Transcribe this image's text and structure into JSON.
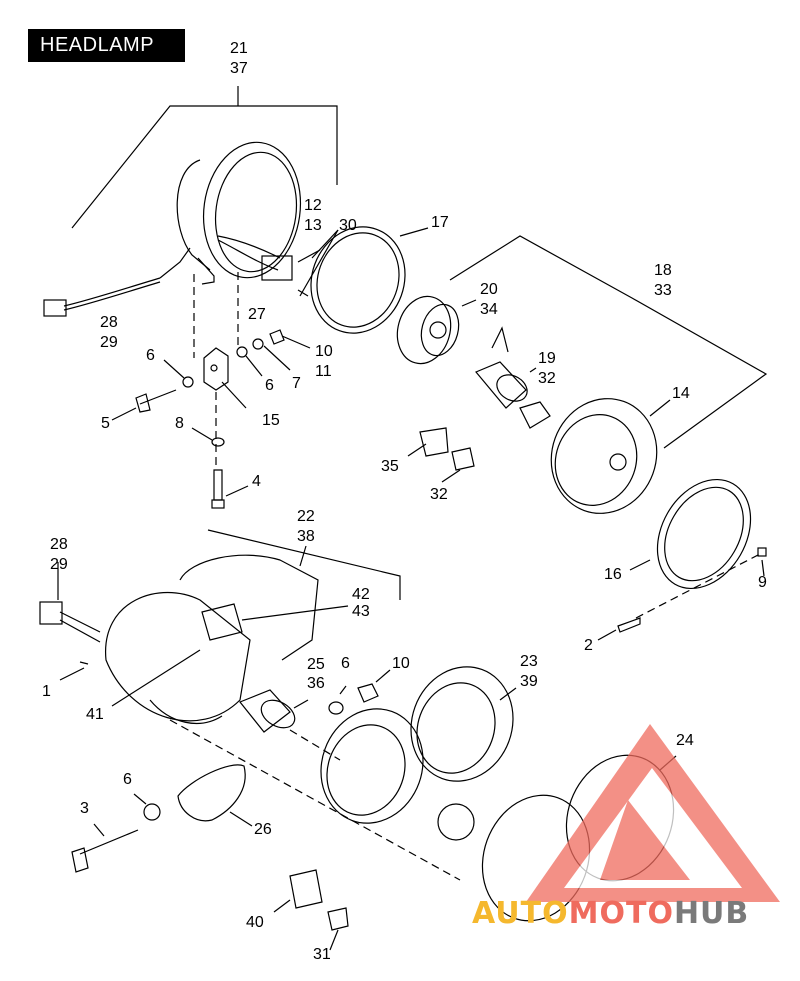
{
  "header": {
    "title": "HEADLAMP"
  },
  "labels": [
    {
      "id": "l21",
      "text": "21"
    },
    {
      "id": "l37",
      "text": "37"
    },
    {
      "id": "l12",
      "text": "12"
    },
    {
      "id": "l13",
      "text": "13"
    },
    {
      "id": "l30",
      "text": "30"
    },
    {
      "id": "l17",
      "text": "17"
    },
    {
      "id": "l18",
      "text": "18"
    },
    {
      "id": "l33",
      "text": "33"
    },
    {
      "id": "l20",
      "text": "20"
    },
    {
      "id": "l34",
      "text": "34"
    },
    {
      "id": "l28a",
      "text": "28"
    },
    {
      "id": "l29a",
      "text": "29"
    },
    {
      "id": "l27",
      "text": "27"
    },
    {
      "id": "l6a",
      "text": "6"
    },
    {
      "id": "l10a",
      "text": "10"
    },
    {
      "id": "l11",
      "text": "11"
    },
    {
      "id": "l6b",
      "text": "6"
    },
    {
      "id": "l7",
      "text": "7"
    },
    {
      "id": "l19",
      "text": "19"
    },
    {
      "id": "l32a",
      "text": "32"
    },
    {
      "id": "l14",
      "text": "14"
    },
    {
      "id": "l5",
      "text": "5"
    },
    {
      "id": "l15",
      "text": "15"
    },
    {
      "id": "l8",
      "text": "8"
    },
    {
      "id": "l35",
      "text": "35"
    },
    {
      "id": "l32b",
      "text": "32"
    },
    {
      "id": "l4",
      "text": "4"
    },
    {
      "id": "l22",
      "text": "22"
    },
    {
      "id": "l38",
      "text": "38"
    },
    {
      "id": "l28b",
      "text": "28"
    },
    {
      "id": "l29b",
      "text": "29"
    },
    {
      "id": "l16",
      "text": "16"
    },
    {
      "id": "l9",
      "text": "9"
    },
    {
      "id": "l42",
      "text": "42"
    },
    {
      "id": "l43",
      "text": "43"
    },
    {
      "id": "l2",
      "text": "2"
    },
    {
      "id": "l25",
      "text": "25"
    },
    {
      "id": "l36",
      "text": "36"
    },
    {
      "id": "l6c",
      "text": "6"
    },
    {
      "id": "l10b",
      "text": "10"
    },
    {
      "id": "l23",
      "text": "23"
    },
    {
      "id": "l39",
      "text": "39"
    },
    {
      "id": "l1",
      "text": "1"
    },
    {
      "id": "l41",
      "text": "41"
    },
    {
      "id": "l24",
      "text": "24"
    },
    {
      "id": "l6d",
      "text": "6"
    },
    {
      "id": "l3",
      "text": "3"
    },
    {
      "id": "l26",
      "text": "26"
    },
    {
      "id": "l40",
      "text": "40"
    },
    {
      "id": "l31",
      "text": "31"
    }
  ],
  "watermark": {
    "part1": "AUTO",
    "part2": "MOTO",
    "part3": "HUB",
    "color1": "#f5b82e",
    "color2": "#ef6b5e",
    "color3": "#7a7a7a",
    "logo_color": "#ef6b5e"
  }
}
